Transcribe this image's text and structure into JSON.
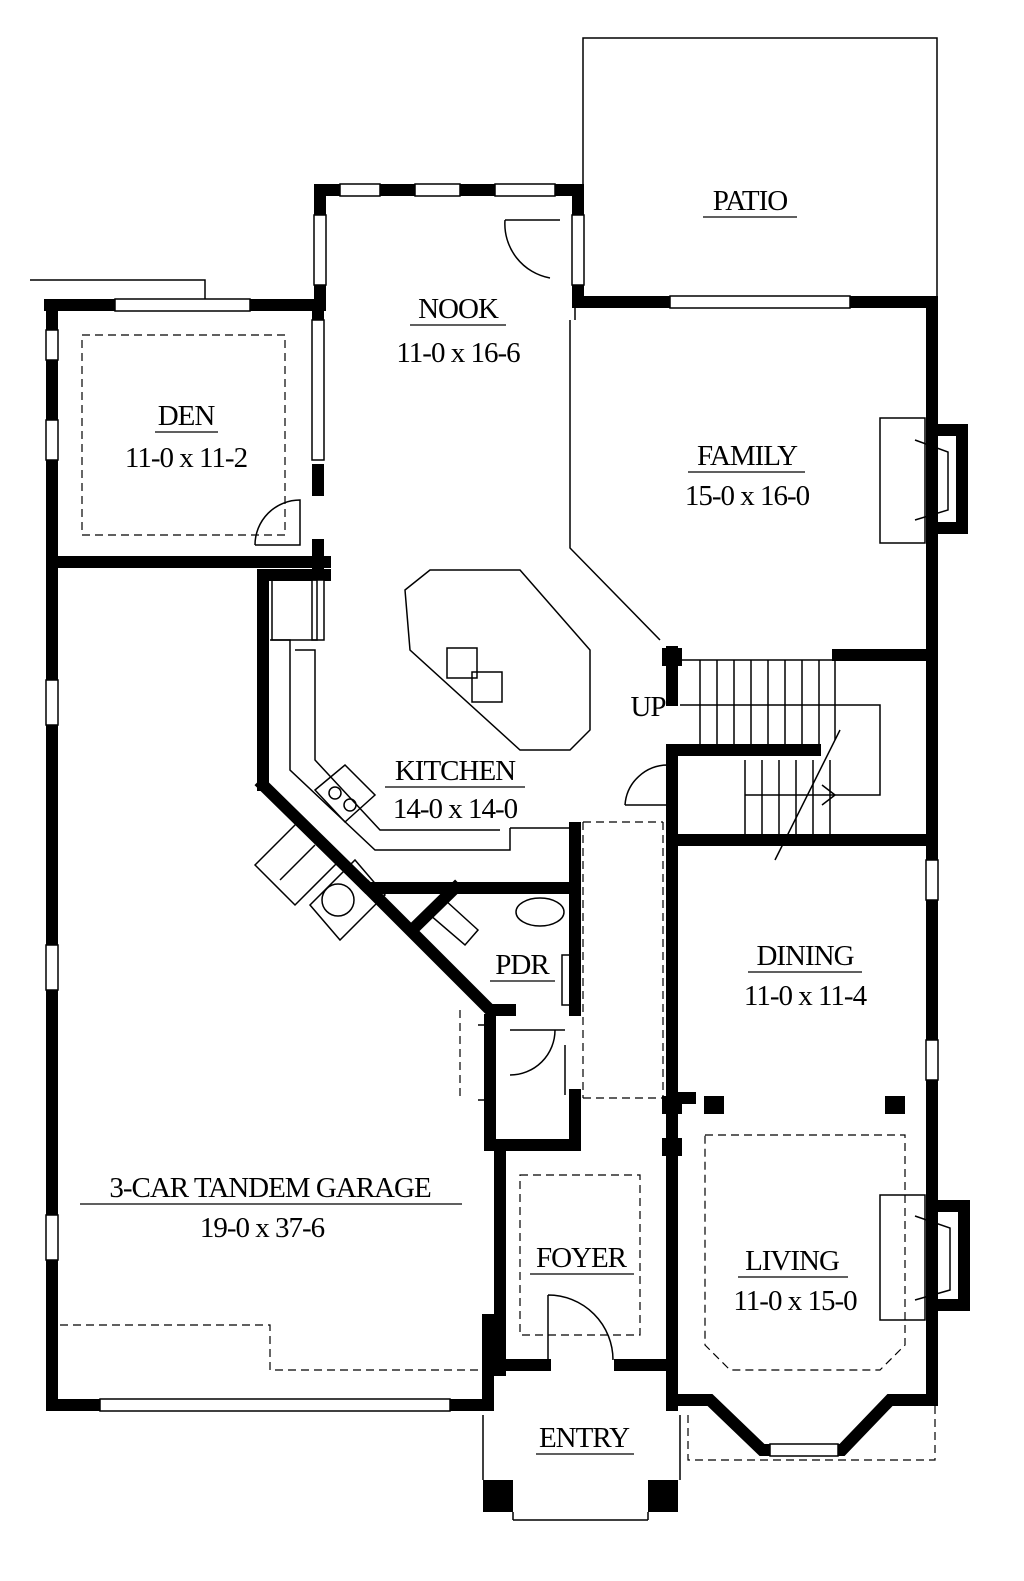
{
  "rooms": {
    "patio": {
      "name": "PATIO"
    },
    "nook": {
      "name": "NOOK",
      "size": "11-0 x 16-6"
    },
    "den": {
      "name": "DEN",
      "size": "11-0 x 11-2"
    },
    "family": {
      "name": "FAMILY",
      "size": "15-0 x 16-0"
    },
    "kitchen": {
      "name": "KITCHEN",
      "size": "14-0 x 14-0"
    },
    "pdr": {
      "name": "PDR"
    },
    "dining": {
      "name": "DINING",
      "size": "11-0 x 11-4"
    },
    "garage": {
      "name": "3-CAR TANDEM GARAGE",
      "size": "19-0 x 37-6"
    },
    "foyer": {
      "name": "FOYER"
    },
    "living": {
      "name": "LIVING",
      "size": "11-0 x 15-0"
    },
    "entry": {
      "name": "ENTRY"
    }
  },
  "stairs": {
    "label": "UP"
  },
  "colors": {
    "ink": "#000000",
    "paper": "#ffffff"
  }
}
